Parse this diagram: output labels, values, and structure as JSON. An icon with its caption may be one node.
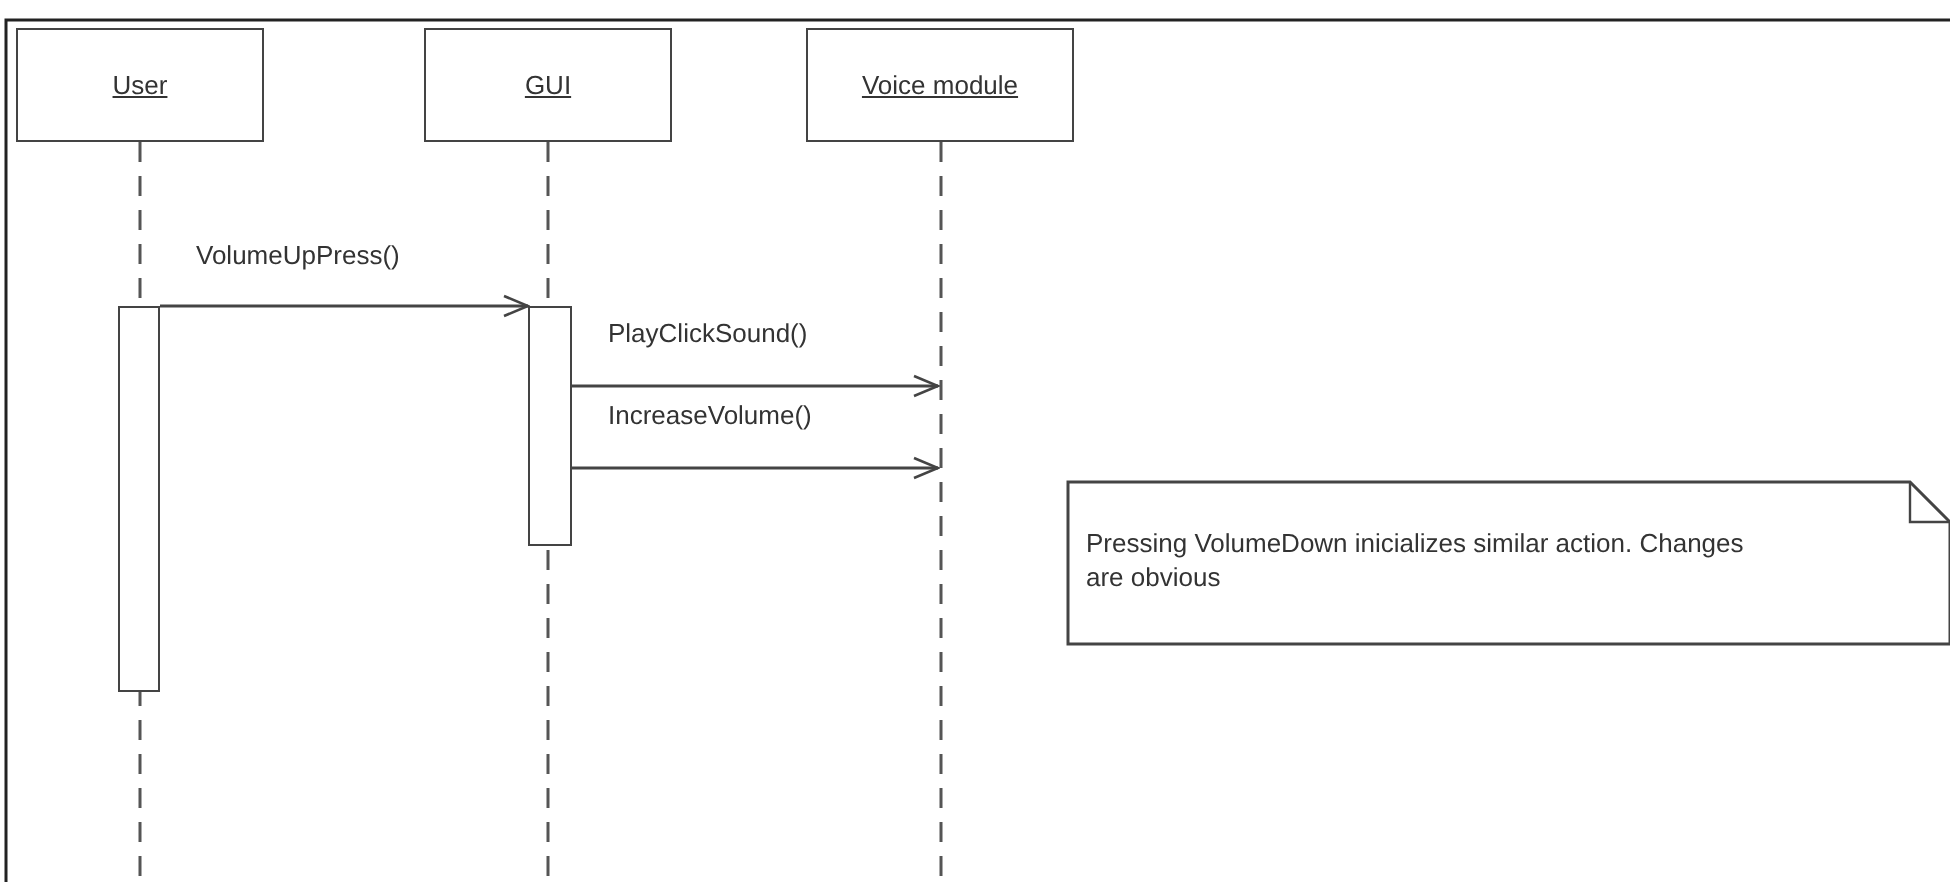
{
  "diagram": {
    "nodes": [
      {
        "text": [
          "User"
        ]
      },
      {
        "text": [
          "GUI"
        ]
      },
      {
        "text": [
          "Voice module"
        ]
      },
      {
        "text": [],
        "shape": "bar"
      },
      {
        "text": [],
        "shape": "bar"
      },
      {
        "text": [],
        "shape": "line"
      },
      {
        "text": [
          "Pressing VolumeDown inicializes similar action. Changes are obvious"
        ]
      }
    ],
    "edges": [
      {
        "from": 3,
        "to": 4,
        "arrow": "to",
        "label": "VolumeUpPress()"
      },
      {
        "from": 4,
        "to": 5,
        "arrow": "to",
        "label": "PlayClickSound()"
      },
      {
        "from": 4,
        "to": 5,
        "arrow": "to",
        "label": "IncreaseVolume()"
      }
    ]
  }
}
